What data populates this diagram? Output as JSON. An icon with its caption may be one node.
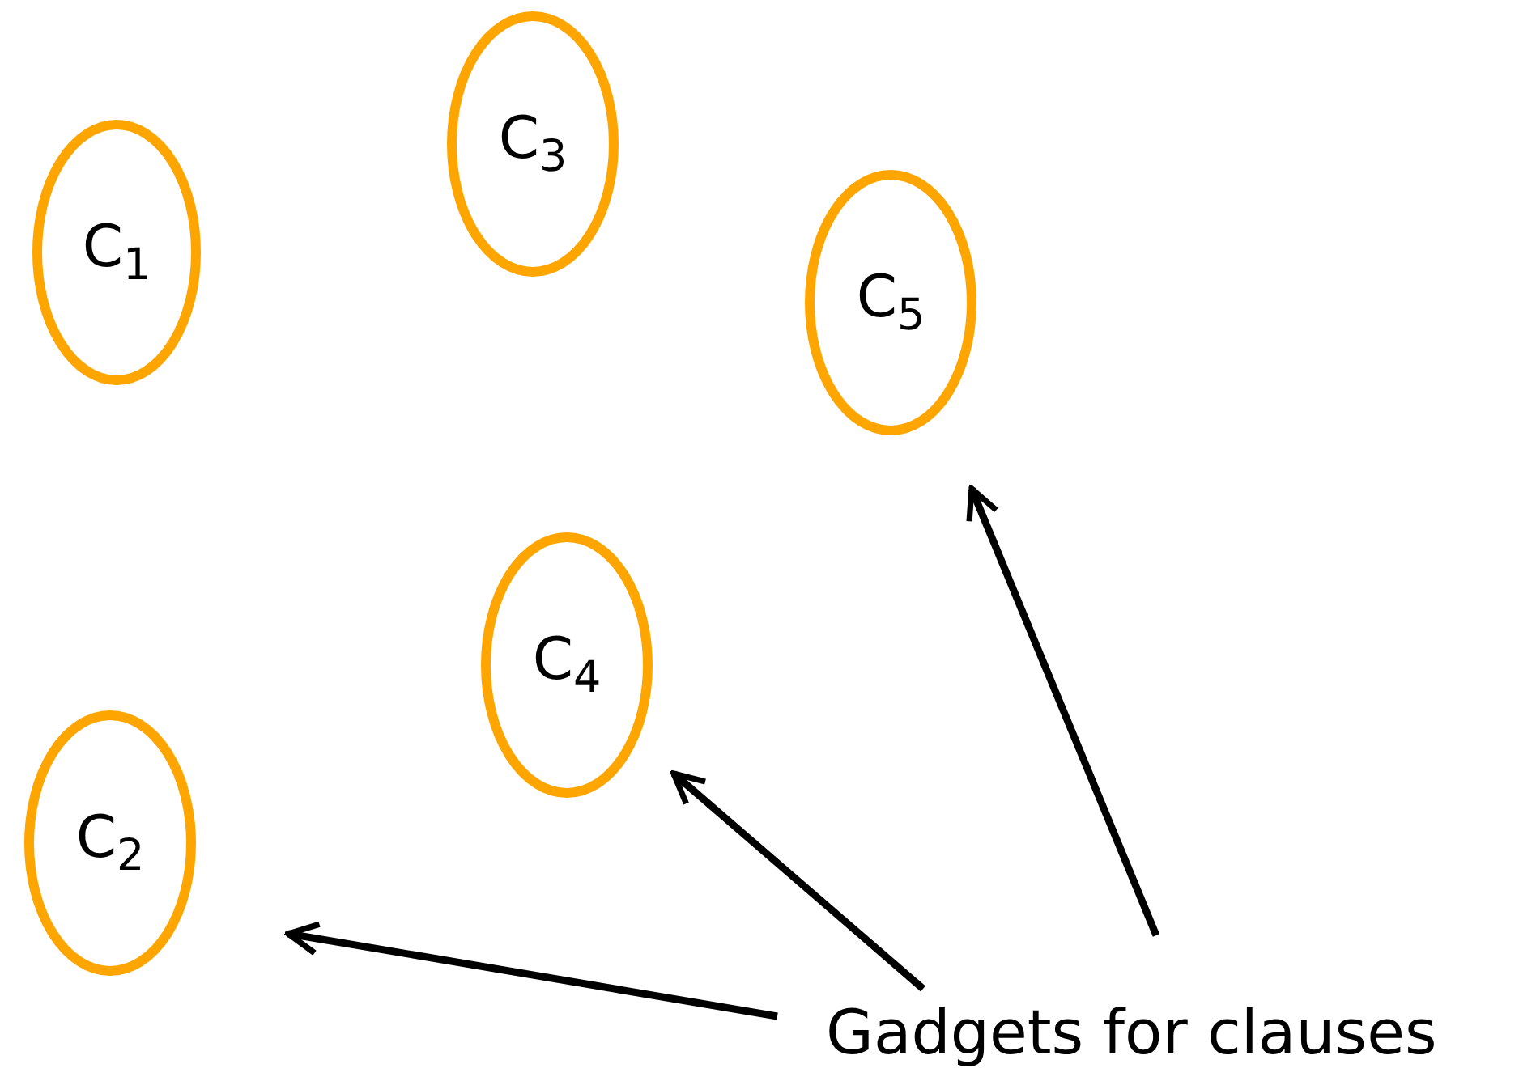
{
  "diagram": {
    "nodes": [
      {
        "text": [
          "C$_{3}$"
        ]
      },
      {
        "text": [
          "C$_{1}$"
        ]
      },
      {
        "text": [
          "C$_{5}$"
        ]
      },
      {
        "text": [
          "C$_{4}$"
        ]
      },
      {
        "text": [
          "C$_{2}$"
        ]
      },
      {
        "text": [
          "Gadgets for clauses"
        ]
      }
    ],
    "edges": [
      {
        "from": 5,
        "to": 4,
        "arrow": "to"
      },
      {
        "from": 5,
        "to": 3,
        "arrow": "to"
      },
      {
        "from": 5,
        "to": 2,
        "arrow": "to"
      }
    ]
  }
}
